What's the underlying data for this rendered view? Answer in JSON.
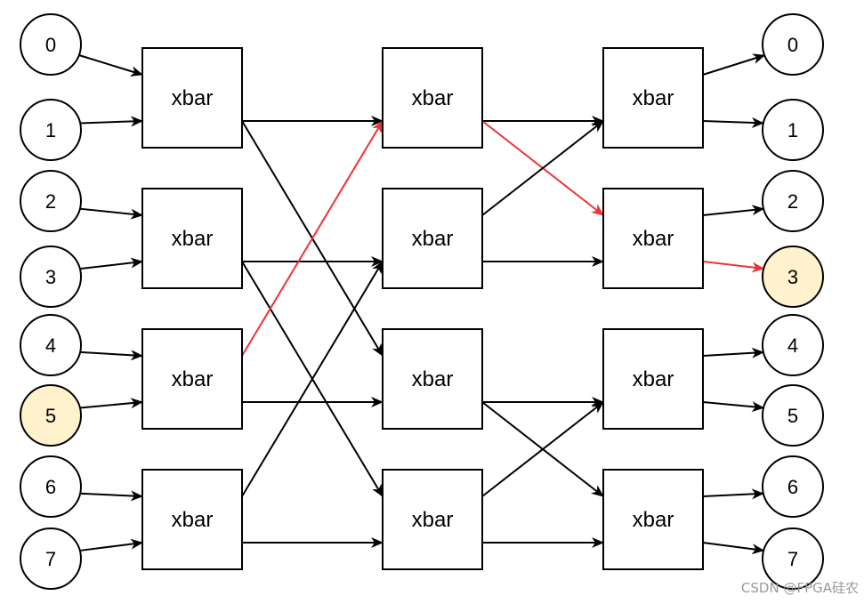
{
  "colors": {
    "stroke": "#000000",
    "highlight_path": "#ee3333",
    "highlight_node_fill": "#fff2cc",
    "node_fill": "#ffffff"
  },
  "watermark": "CSDN @FPGA硅农",
  "inputs": [
    {
      "label": "0",
      "highlighted": false
    },
    {
      "label": "1",
      "highlighted": false
    },
    {
      "label": "2",
      "highlighted": false
    },
    {
      "label": "3",
      "highlighted": false
    },
    {
      "label": "4",
      "highlighted": false
    },
    {
      "label": "5",
      "highlighted": true
    },
    {
      "label": "6",
      "highlighted": false
    },
    {
      "label": "7",
      "highlighted": false
    }
  ],
  "outputs": [
    {
      "label": "0",
      "highlighted": false
    },
    {
      "label": "1",
      "highlighted": false
    },
    {
      "label": "2",
      "highlighted": false
    },
    {
      "label": "3",
      "highlighted": true
    },
    {
      "label": "4",
      "highlighted": false
    },
    {
      "label": "5",
      "highlighted": false
    },
    {
      "label": "6",
      "highlighted": false
    },
    {
      "label": "7",
      "highlighted": false
    }
  ],
  "stages": [
    {
      "switches": [
        {
          "label": "xbar"
        },
        {
          "label": "xbar"
        },
        {
          "label": "xbar"
        },
        {
          "label": "xbar"
        }
      ]
    },
    {
      "switches": [
        {
          "label": "xbar"
        },
        {
          "label": "xbar"
        },
        {
          "label": "xbar"
        },
        {
          "label": "xbar"
        }
      ]
    },
    {
      "switches": [
        {
          "label": "xbar"
        },
        {
          "label": "xbar"
        },
        {
          "label": "xbar"
        },
        {
          "label": "xbar"
        }
      ]
    }
  ],
  "edges": [
    {
      "from": "in-0",
      "to": "s0-0",
      "highlighted": false
    },
    {
      "from": "in-1",
      "to": "s0-0",
      "highlighted": false
    },
    {
      "from": "in-2",
      "to": "s0-1",
      "highlighted": false
    },
    {
      "from": "in-3",
      "to": "s0-1",
      "highlighted": false
    },
    {
      "from": "in-4",
      "to": "s0-2",
      "highlighted": false
    },
    {
      "from": "in-5",
      "to": "s0-2",
      "highlighted": false
    },
    {
      "from": "in-6",
      "to": "s0-3",
      "highlighted": false
    },
    {
      "from": "in-7",
      "to": "s0-3",
      "highlighted": false
    },
    {
      "from": "s0-0",
      "to": "s1-0",
      "highlighted": false
    },
    {
      "from": "s0-0",
      "to": "s1-2",
      "highlighted": false
    },
    {
      "from": "s0-1",
      "to": "s1-1",
      "highlighted": false
    },
    {
      "from": "s0-1",
      "to": "s1-3",
      "highlighted": false
    },
    {
      "from": "s0-2",
      "to": "s1-0",
      "highlighted": true
    },
    {
      "from": "s0-2",
      "to": "s1-2",
      "highlighted": false
    },
    {
      "from": "s0-3",
      "to": "s1-1",
      "highlighted": false
    },
    {
      "from": "s0-3",
      "to": "s1-3",
      "highlighted": false
    },
    {
      "from": "s1-0",
      "to": "s2-0",
      "highlighted": false
    },
    {
      "from": "s1-0",
      "to": "s2-1",
      "highlighted": true
    },
    {
      "from": "s1-1",
      "to": "s2-0",
      "highlighted": false
    },
    {
      "from": "s1-1",
      "to": "s2-1",
      "highlighted": false
    },
    {
      "from": "s1-2",
      "to": "s2-2",
      "highlighted": false
    },
    {
      "from": "s1-2",
      "to": "s2-3",
      "highlighted": false
    },
    {
      "from": "s1-3",
      "to": "s2-2",
      "highlighted": false
    },
    {
      "from": "s1-3",
      "to": "s2-3",
      "highlighted": false
    },
    {
      "from": "s2-0",
      "to": "out-0",
      "highlighted": false
    },
    {
      "from": "s2-0",
      "to": "out-1",
      "highlighted": false
    },
    {
      "from": "s2-1",
      "to": "out-2",
      "highlighted": false
    },
    {
      "from": "s2-1",
      "to": "out-3",
      "highlighted": true
    },
    {
      "from": "s2-2",
      "to": "out-4",
      "highlighted": false
    },
    {
      "from": "s2-2",
      "to": "out-5",
      "highlighted": false
    },
    {
      "from": "s2-3",
      "to": "out-6",
      "highlighted": false
    },
    {
      "from": "s2-3",
      "to": "out-7",
      "highlighted": false
    }
  ]
}
